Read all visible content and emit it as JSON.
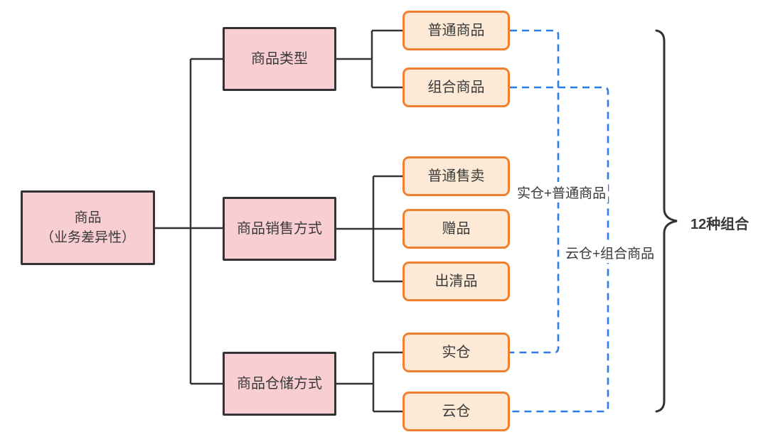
{
  "diagram": {
    "root": {
      "line1": "商品",
      "line2": "（业务差异性）"
    },
    "categories": [
      {
        "label": "商品类型"
      },
      {
        "label": "商品销售方式"
      },
      {
        "label": "商品仓储方式"
      }
    ],
    "leaves": [
      {
        "label": "普通商品"
      },
      {
        "label": "组合商品"
      },
      {
        "label": "普通售卖"
      },
      {
        "label": "赠品"
      },
      {
        "label": "出清品"
      },
      {
        "label": "实仓"
      },
      {
        "label": "云仓"
      }
    ],
    "combo_labels": [
      {
        "text": "实仓+普通商品"
      },
      {
        "text": "云仓+组合商品"
      }
    ],
    "brace_label": "12种组合",
    "colors": {
      "category_fill": "#f9ced3",
      "category_border": "#333333",
      "leaf_fill": "#fcead6",
      "leaf_border": "#f0802f",
      "connector": "#333333",
      "combo_line": "#2b7ce9",
      "text": "#3a3a3a"
    }
  }
}
